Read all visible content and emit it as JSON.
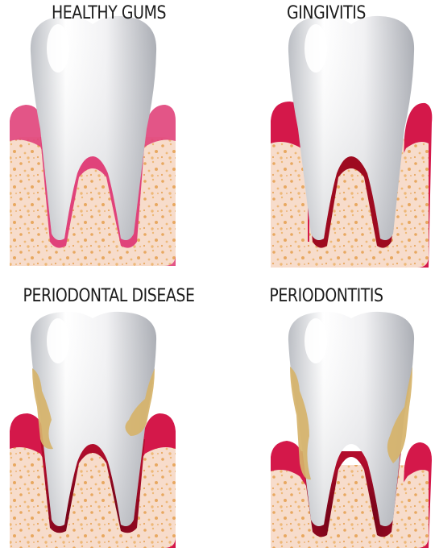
{
  "panels": [
    {
      "title": "HEALTHY GUMS"
    },
    {
      "title": "GINGIVITIS"
    },
    {
      "title": "PERIODONTAL DISEASE"
    },
    {
      "title": "PERIODONTITIS"
    }
  ],
  "colors": {
    "bone": "#f7dccb",
    "bone_speckle": "#e8a860",
    "gum_healthy": "#e0427a",
    "gum_inflamed": "#d4184a",
    "gum_dark": "#9e0a20",
    "tartar": "#d6b36a",
    "tooth_light": "#ffffff",
    "tooth_shade": "#b9bcc2",
    "label": "#1c1c1c"
  }
}
